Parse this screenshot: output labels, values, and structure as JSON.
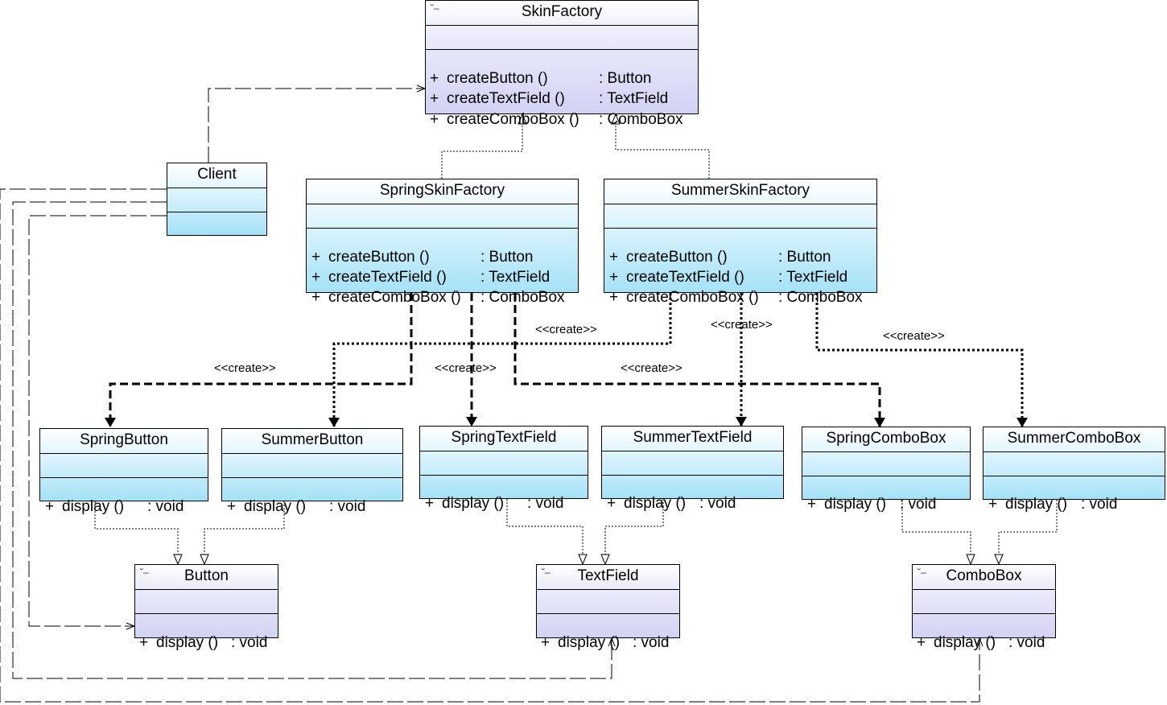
{
  "classes": {
    "skin_factory": {
      "name": "SkinFactory",
      "icon": "interface-icon",
      "ops": [
        {
          "vis": "+",
          "name": "createButton ()",
          "ret": ": Button"
        },
        {
          "vis": "+",
          "name": "createTextField ()",
          "ret": ": TextField"
        },
        {
          "vis": "+",
          "name": "createComboBox ()",
          "ret": ": ComboBox"
        }
      ]
    },
    "client": {
      "name": "Client"
    },
    "spring_skin_factory": {
      "name": "SpringSkinFactory",
      "ops": [
        {
          "vis": "+",
          "name": "createButton ()",
          "ret": ": Button"
        },
        {
          "vis": "+",
          "name": "createTextField ()",
          "ret": ": TextField"
        },
        {
          "vis": "+",
          "name": "createComboBox ()",
          "ret": ": ComboBox"
        }
      ]
    },
    "summer_skin_factory": {
      "name": "SummerSkinFactory",
      "ops": [
        {
          "vis": "+",
          "name": "createButton ()",
          "ret": ": Button"
        },
        {
          "vis": "+",
          "name": "createTextField ()",
          "ret": ": TextField"
        },
        {
          "vis": "+",
          "name": "createComboBox ()",
          "ret": ": ComboBox"
        }
      ]
    },
    "spring_button": {
      "name": "SpringButton",
      "op": {
        "vis": "+",
        "name": "display ()",
        "ret": ": void"
      }
    },
    "summer_button": {
      "name": "SummerButton",
      "op": {
        "vis": "+",
        "name": "display ()",
        "ret": ": void"
      }
    },
    "spring_text_field": {
      "name": "SpringTextField",
      "op": {
        "vis": "+",
        "name": "display ()",
        "ret": ": void"
      }
    },
    "summer_text_field": {
      "name": "SummerTextField",
      "op": {
        "vis": "+",
        "name": "display ()",
        "ret": ": void"
      }
    },
    "spring_combo_box": {
      "name": "SpringComboBox",
      "op": {
        "vis": "+",
        "name": "display ()",
        "ret": ": void"
      }
    },
    "summer_combo_box": {
      "name": "SummerComboBox",
      "op": {
        "vis": "+",
        "name": "display ()",
        "ret": ": void"
      }
    },
    "button": {
      "name": "Button",
      "icon": "interface-icon",
      "op": {
        "vis": "+",
        "name": "display ()",
        "ret": ": void"
      }
    },
    "text_field": {
      "name": "TextField",
      "icon": "interface-icon",
      "op": {
        "vis": "+",
        "name": "display ()",
        "ret": ": void"
      }
    },
    "combo_box": {
      "name": "ComboBox",
      "icon": "interface-icon",
      "op": {
        "vis": "+",
        "name": "display ()",
        "ret": ": void"
      }
    }
  },
  "stereotypes": {
    "create_spring_button": "<<create>>",
    "create_spring_text_field": "<<create>>",
    "create_spring_combo_box": "<<create>>",
    "create_summer_button": "<<create>>",
    "create_summer_text_field": "<<create>>",
    "create_summer_combo_box": "<<create>>"
  },
  "colors": {
    "concrete_class_fill": "#a4e2f7",
    "interface_fill": "#d2d2f4",
    "line": "#000000"
  }
}
